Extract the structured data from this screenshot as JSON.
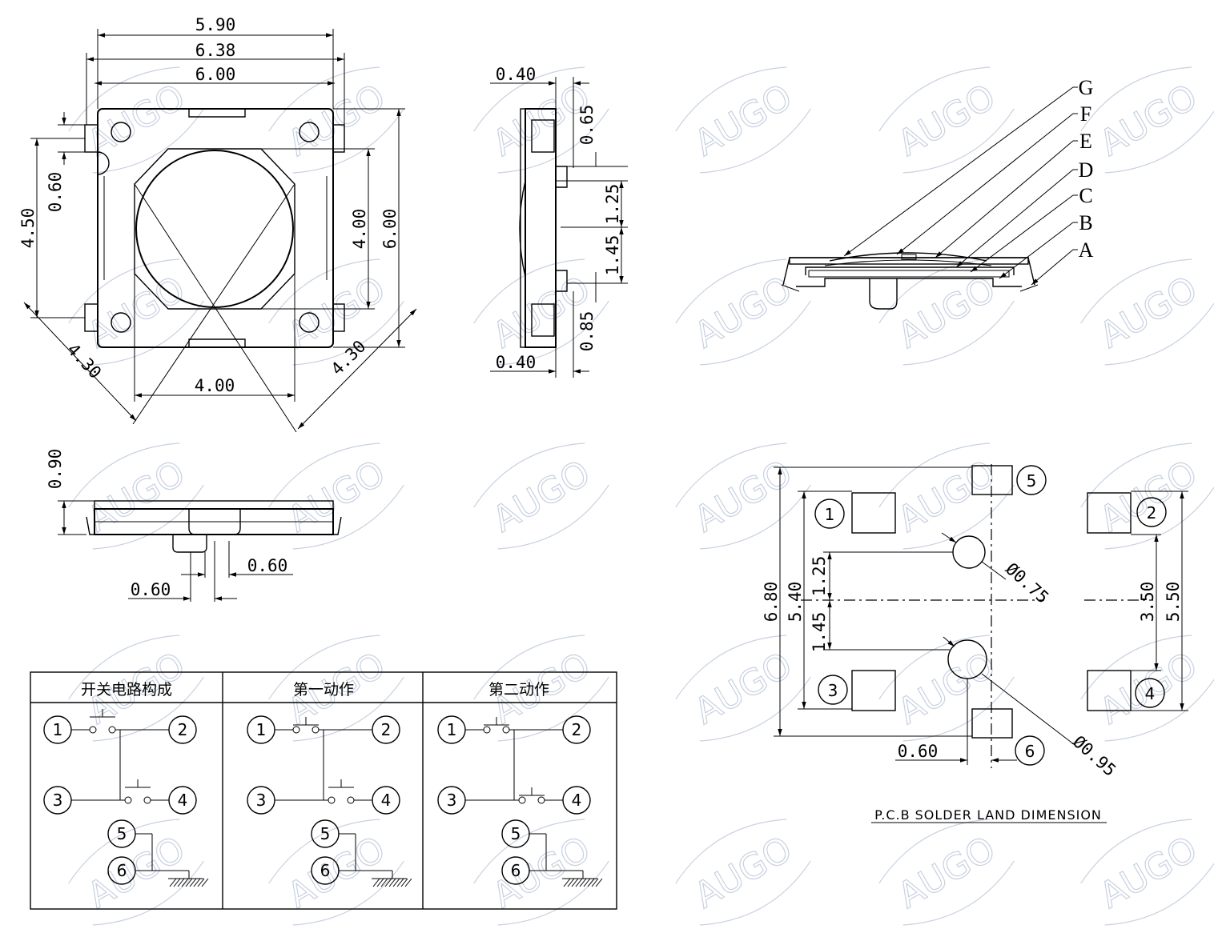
{
  "watermark": {
    "text": "AUGO",
    "color": "#c8d1e0"
  },
  "top_view": {
    "dims": {
      "w590": "5.90",
      "w638": "6.38",
      "w600": "6.00",
      "h060": "0.60",
      "h450": "4.50",
      "h400": "4.00",
      "h600": "6.00",
      "d430a": "4.30",
      "d430b": "4.30",
      "w400": "4.00"
    }
  },
  "side_view": {
    "dims": {
      "t040": "0.40",
      "v065": "0.65",
      "v125": "1.25",
      "v145": "1.45",
      "v085": "0.85",
      "b040": "0.40"
    }
  },
  "front_view": {
    "dims": {
      "h090": "0.90",
      "w060a": "0.60",
      "w060b": "0.60"
    }
  },
  "exploded_view": {
    "labels": [
      "G",
      "F",
      "E",
      "D",
      "C",
      "B",
      "A"
    ]
  },
  "pcb_layout": {
    "caption": "P.C.B SOLDER LAND DIMENSION",
    "dims": {
      "h680": "6.80",
      "h540": "5.40",
      "h125": "1.25",
      "h145": "1.45",
      "h350": "3.50",
      "h550": "5.50",
      "w060": "0.60",
      "d075": "Ø0.75",
      "d095": "Ø0.95"
    },
    "pins": [
      "1",
      "2",
      "3",
      "4",
      "5",
      "6"
    ]
  },
  "circuit_table": {
    "headers": [
      "开关电路构成",
      "第一动作",
      "第二动作"
    ],
    "pins": [
      "1",
      "2",
      "3",
      "4",
      "5",
      "6"
    ]
  }
}
